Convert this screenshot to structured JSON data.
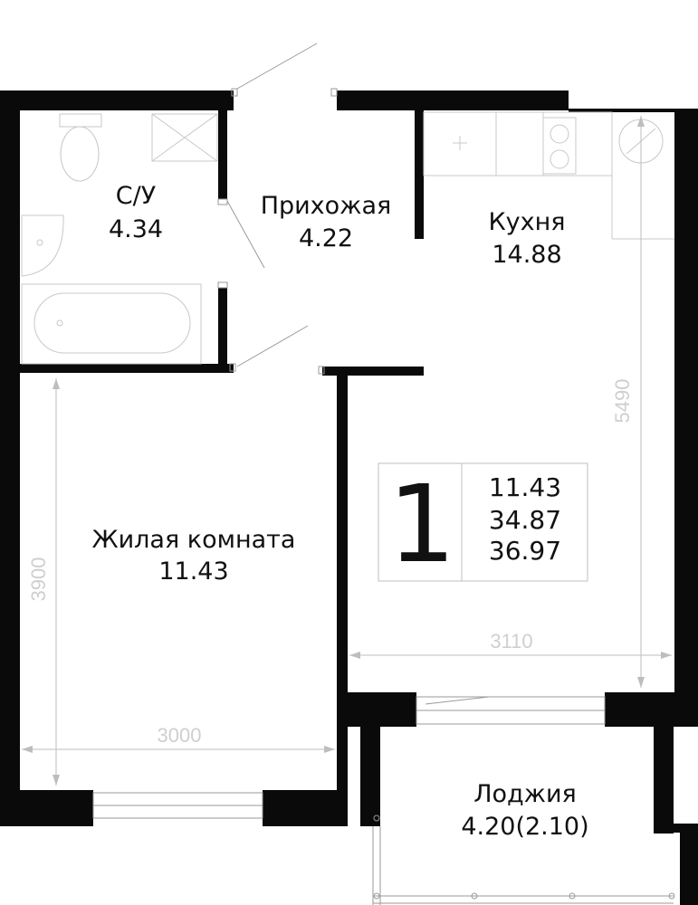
{
  "rooms": {
    "bathroom": {
      "name": "С/У",
      "area": "4.34"
    },
    "hallway": {
      "name": "Прихожая",
      "area": "4.22"
    },
    "kitchen": {
      "name": "Кухня",
      "area": "14.88"
    },
    "living_room": {
      "name": "Жилая комната",
      "area": "11.43"
    },
    "loggia": {
      "name": "Лоджия",
      "area": "4.20(2.10)"
    }
  },
  "summary": {
    "rooms_count": "1",
    "living_area": "11.43",
    "total_area": "34.87",
    "total_area_with_loggia": "36.97"
  },
  "dimensions": {
    "kitchen_height": "5490",
    "kitchen_width": "3110",
    "living_height": "3900",
    "living_width": "3000"
  },
  "colors": {
    "wall": "#0a0a0a",
    "dimension": "#cfcfcf",
    "text": "#111111"
  }
}
